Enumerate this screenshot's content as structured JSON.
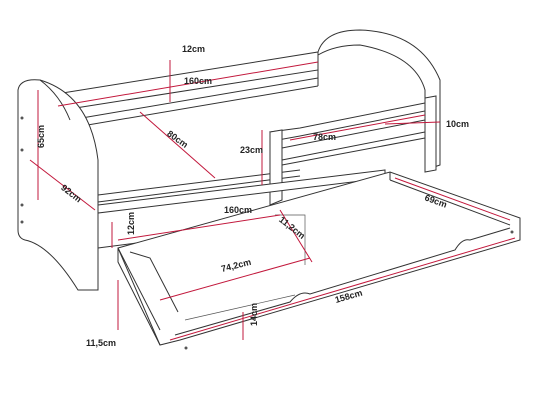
{
  "colors": {
    "outline": "#333333",
    "dimension_line": "#c2183c",
    "background": "#ffffff"
  },
  "dimensions": {
    "backrest_height": "12cm",
    "bed_length_top": "160cm",
    "bed_diagonal": "80cm",
    "headboard_height": "65cm",
    "headboard_depth": "92cm",
    "guard_height": "23cm",
    "guard_length": "78cm",
    "guard_thickness": "10cm",
    "base_length": "160cm",
    "base_height": "12cm",
    "drawer_side_height": "11,2cm",
    "drawer_depth": "69cm",
    "drawer_inner_width": "74,2cm",
    "drawer_length": "158cm",
    "drawer_front_height": "14cm",
    "drawer_clearance": "11,5cm"
  }
}
